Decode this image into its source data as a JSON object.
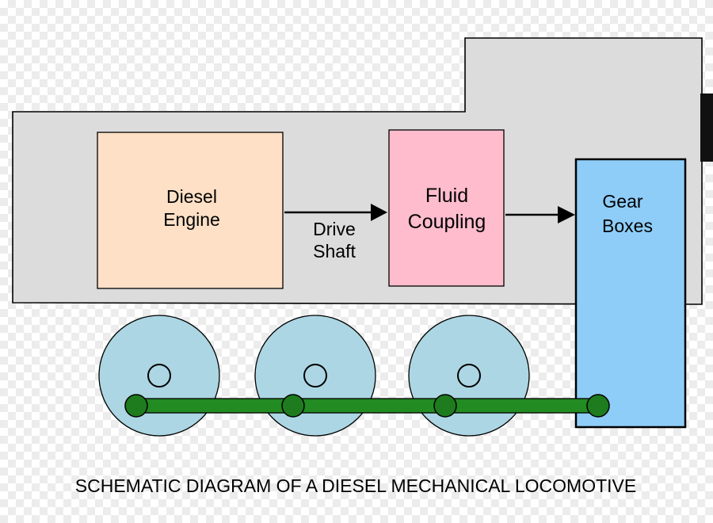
{
  "diagram": {
    "title": "SCHEMATIC DIAGRAM OF A DIESEL MECHANICAL LOCOMOTIVE",
    "blocks": {
      "engine": {
        "line1": "Diesel",
        "line2": "Engine"
      },
      "coupling": {
        "line1": "Fluid",
        "line2": "Coupling"
      },
      "gearbox": {
        "line1": "Gear",
        "line2": "Boxes"
      }
    },
    "connector_label": {
      "line1": "Drive",
      "line2": "Shaft"
    }
  },
  "colors": {
    "body": "#dcdcdc",
    "engine": "#fde0c6",
    "coupling": "#ffbccd",
    "gearbox": "#8ecdf8",
    "wheel": "#acd6e3",
    "rod": "#228b22",
    "rod_pin": "#1e7b1e",
    "outline": "#000000"
  }
}
